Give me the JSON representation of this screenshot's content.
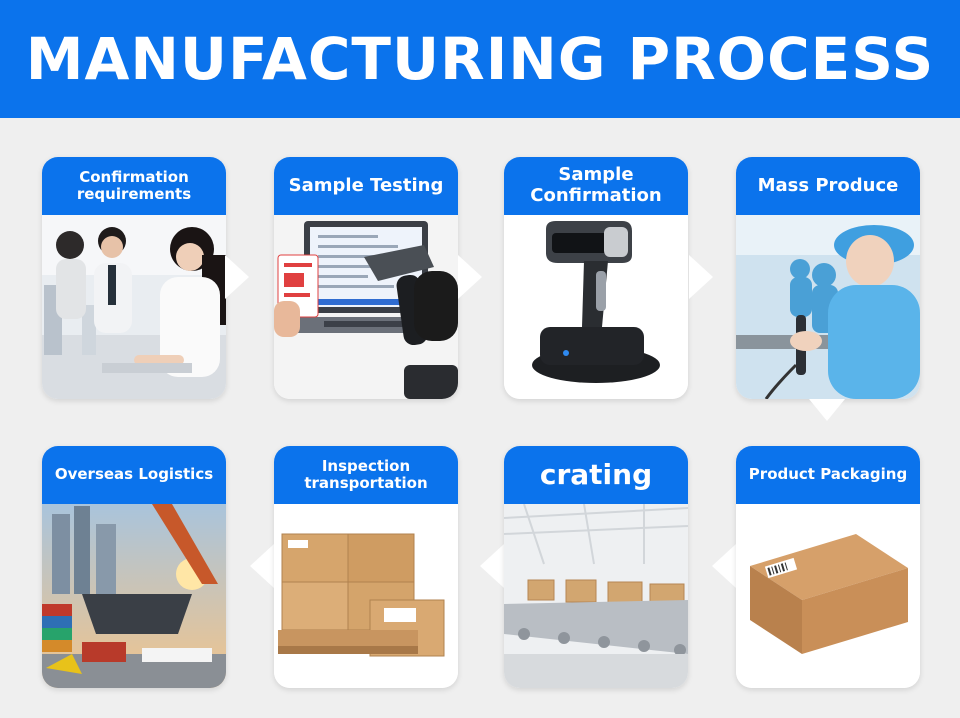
{
  "header": {
    "title": "MANUFACTURING PROCESS"
  },
  "steps": [
    {
      "label": "Confirmation requirements",
      "image": "call-center-photo"
    },
    {
      "label": "Sample Testing",
      "image": "scanner-testing-photo"
    },
    {
      "label": "Sample Confirmation",
      "image": "barcode-scanner-photo"
    },
    {
      "label": "Mass Produce",
      "image": "factory-worker-photo"
    },
    {
      "label": "Product Packaging",
      "image": "cardboard-box-photo"
    },
    {
      "label": "crating",
      "image": "conveyor-belt-photo"
    },
    {
      "label": "Inspection transportation",
      "image": "pallet-boxes-photo"
    },
    {
      "label": "Overseas Logistics",
      "image": "cargo-port-photo"
    }
  ],
  "colors": {
    "brand_blue": "#0b73ec",
    "background": "#efefef",
    "card": "#ffffff"
  }
}
